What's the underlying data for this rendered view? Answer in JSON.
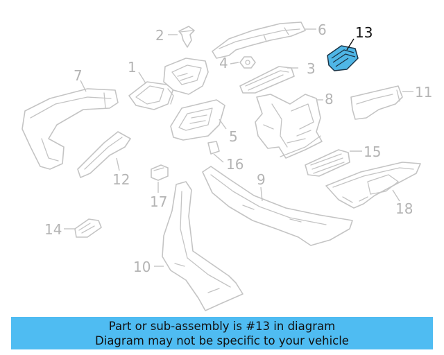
{
  "colors": {
    "banner": "#4fbcf2",
    "highlight_part": "#4fb6e6",
    "part_outline": "#c4c4c4",
    "callout_text": "#b4b4b4",
    "highlight_text": "#111111"
  },
  "diagram": {
    "highlighted_part": "13",
    "callouts": {
      "c1": "1",
      "c2": "2",
      "c3": "3",
      "c4": "4",
      "c5": "5",
      "c6": "6",
      "c7": "7",
      "c8": "8",
      "c9": "9",
      "c10": "10",
      "c11": "11",
      "c12": "12",
      "c13": "13",
      "c14": "14",
      "c15": "15",
      "c16": "16",
      "c17": "17",
      "c18": "18"
    }
  },
  "banner": {
    "line1": "Part or sub-assembly is #13 in diagram",
    "line2": "Diagram may not be specific to your vehicle"
  }
}
